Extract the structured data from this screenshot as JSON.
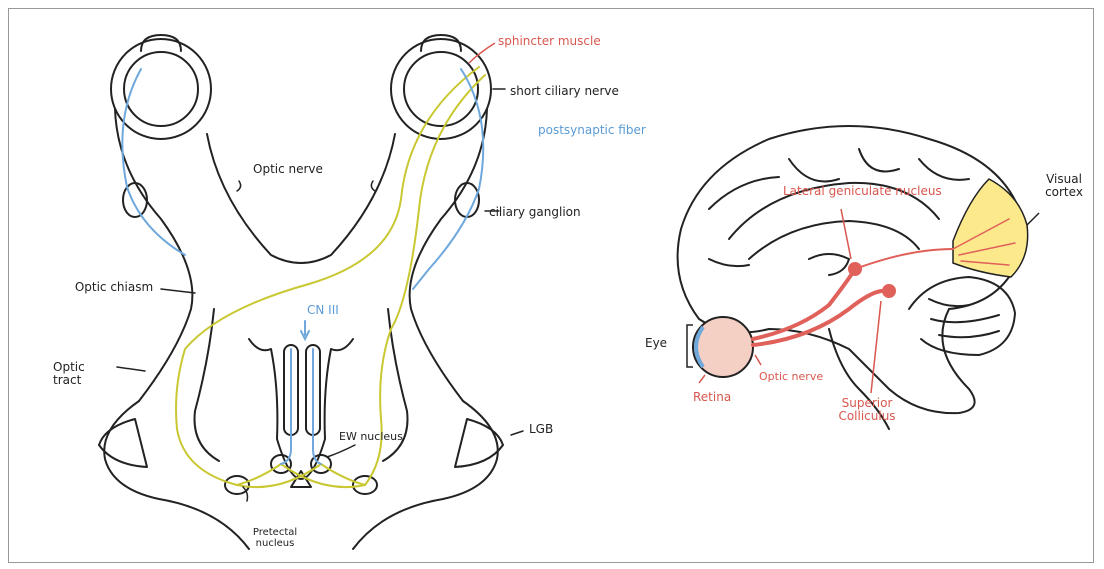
{
  "labels": {
    "sphincter_muscle": "sphincter muscle",
    "short_ciliary_nerve": "short ciliary nerve",
    "postsynaptic_fiber": "postsynaptic fiber",
    "optic_nerve": "Optic nerve",
    "ciliary_ganglion": "ciliary ganglion",
    "optic_chiasm": "Optic chiasm",
    "optic_tract": "Optic tract",
    "cn3": "CN III",
    "ew_nucleus": "EW nucleus",
    "lgb": "LGB",
    "pretectal_nucleus": "Pretectal nucleus",
    "visual_cortex": "Visual cortex",
    "lateral_geniculate_nucleus": "Lateral geniculate nucleus",
    "eye": "Eye",
    "optic_nerve_right": "Optic nerve",
    "retina": "Retina",
    "superior_colliculus": "Superior Colliculus"
  },
  "colors": {
    "outline": "#222222",
    "yellow_pathway": "#c9c832",
    "blue_pathway": "#6fa8dc",
    "red_pathway": "#e0605a",
    "cortex_fill": "#fbe98c",
    "eye_fill": "#f3cfc4"
  }
}
